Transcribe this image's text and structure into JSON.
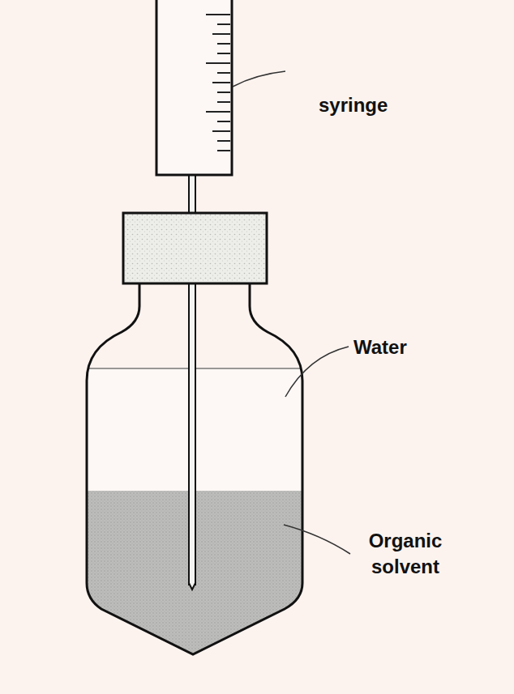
{
  "diagram": {
    "labels": [
      "syringe",
      "Water",
      "Organic solvent"
    ]
  }
}
